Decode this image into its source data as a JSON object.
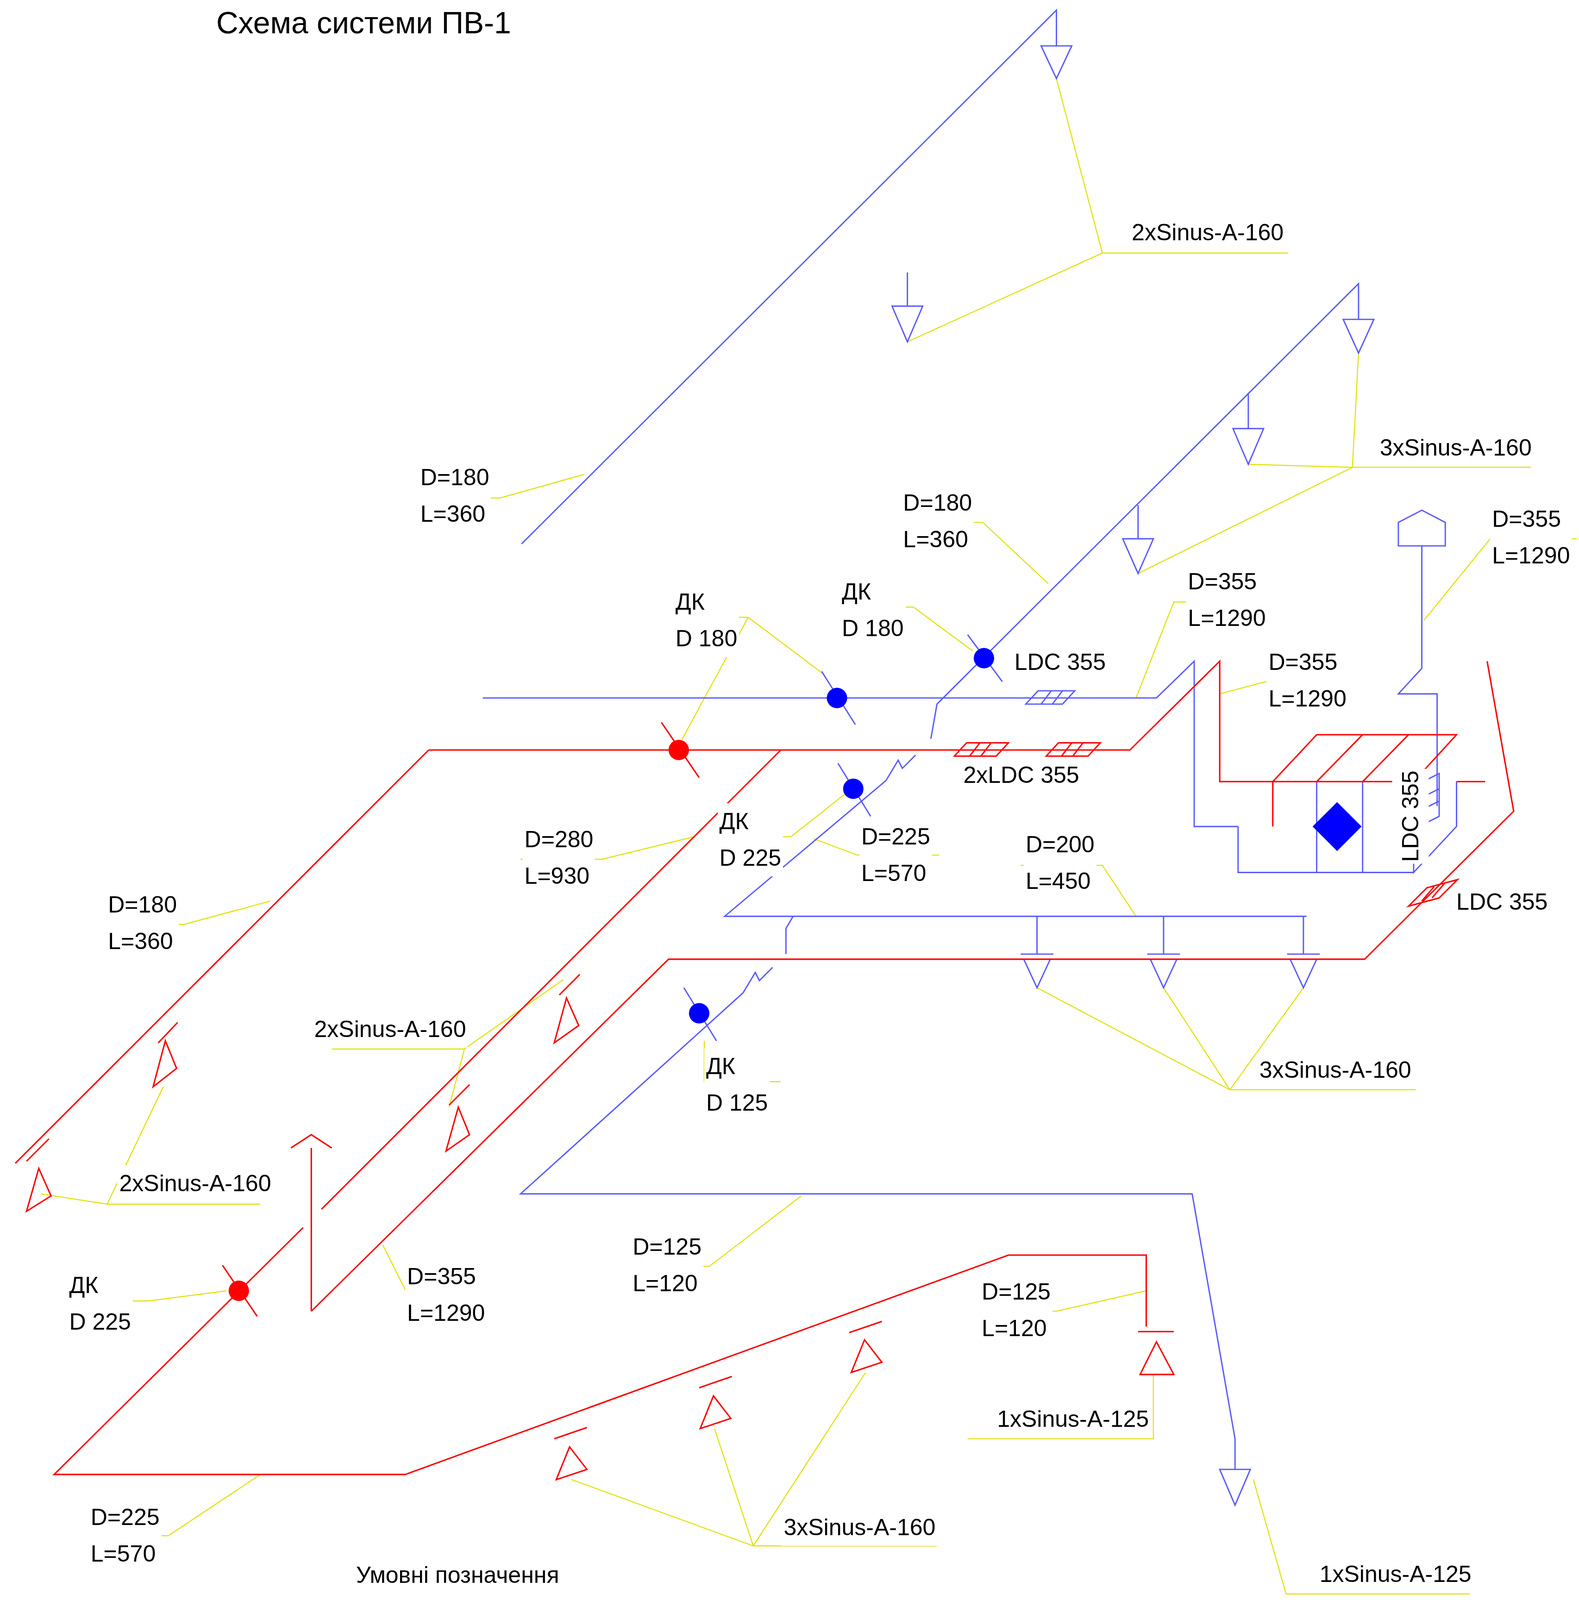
{
  "diagram": {
    "title": "Схема системи ПВ-1",
    "labels": [
      "2xSinus-A-160",
      "3xSinus-A-160",
      "D=180 L=360",
      "D=180 L=360",
      "D=355 L=1290",
      "D=355 L=1290",
      "ДК D 180",
      "ДК D 180",
      "LDC 355",
      "D=355 L=1290",
      "2xLDC 355",
      "LDC 355",
      "D=280 L=930",
      "ДК D 225",
      "D=225 L=570",
      "D=200 L=450",
      "LDC 355",
      "D=180 L=360",
      "2xSinus-A-160",
      "3xSinus-A-160",
      "ДК D 125",
      "2xSinus-A-160",
      "D=125 L=120",
      "ДК D 225",
      "D=355 L=1290",
      "D=125 L=120",
      "1xSinus-A-125",
      "D=225 L=570",
      "3xSinus-A-160",
      "1xSinus-A-125",
      "Умовні позначення"
    ]
  }
}
